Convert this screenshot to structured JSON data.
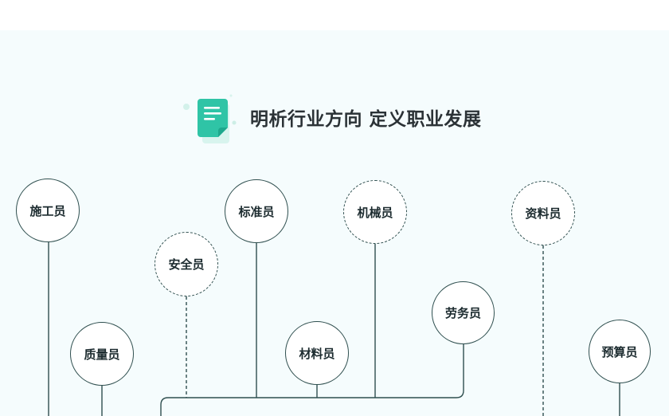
{
  "header": {
    "title": "明析行业方向 定义职业发展",
    "icon": "document-icon",
    "accent": "#2fc4a6"
  },
  "colors": {
    "line": "#2f4f4f",
    "background": "#f5fcfd"
  },
  "roles": [
    {
      "id": "shigong",
      "label": "施工员",
      "style": "solid"
    },
    {
      "id": "zhiliang",
      "label": "质量员",
      "style": "solid"
    },
    {
      "id": "anquan",
      "label": "安全员",
      "style": "dashed"
    },
    {
      "id": "biaozhun",
      "label": "标准员",
      "style": "solid"
    },
    {
      "id": "cailiao",
      "label": "材料员",
      "style": "solid"
    },
    {
      "id": "jixie",
      "label": "机械员",
      "style": "dashed"
    },
    {
      "id": "laowu",
      "label": "劳务员",
      "style": "solid"
    },
    {
      "id": "ziliao",
      "label": "资料员",
      "style": "dashed"
    },
    {
      "id": "yusuan",
      "label": "预算员",
      "style": "solid"
    }
  ]
}
